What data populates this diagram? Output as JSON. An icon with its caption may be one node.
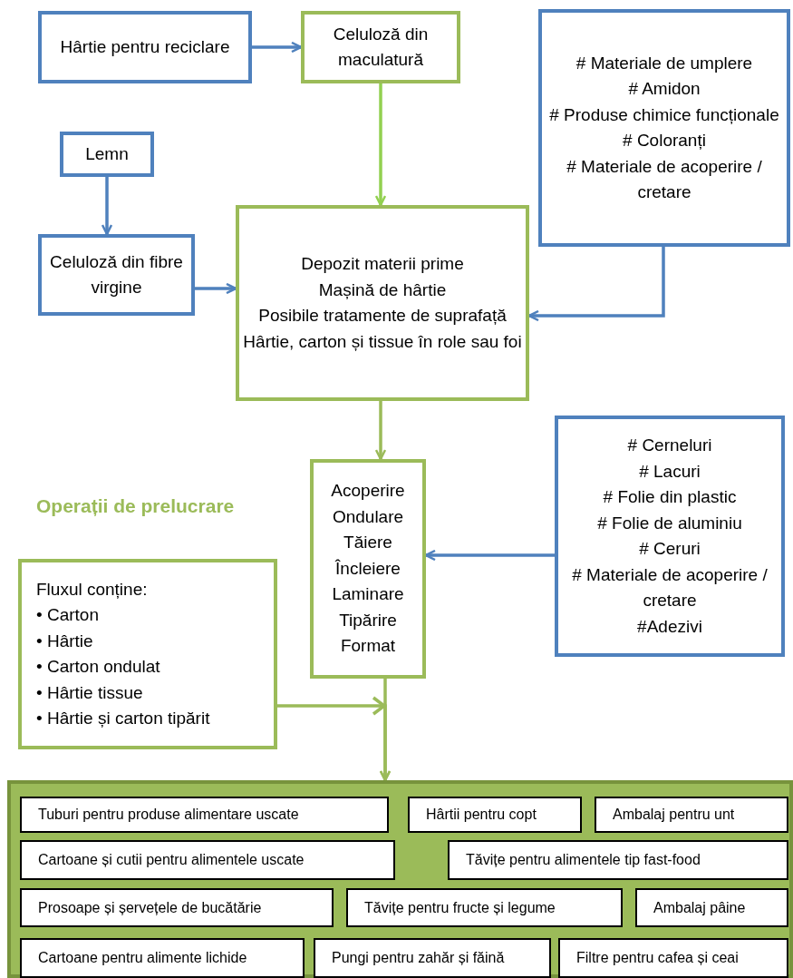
{
  "diagram": {
    "nodes": [
      {
        "text": [
          "Hârtie pentru reciclare"
        ]
      },
      {
        "text": [
          "Celuloză din maculatură"
        ]
      },
      {
        "text": [
          "# Materiale de umplere",
          "# Amidon",
          "# Produse chimice funcționale",
          "# Coloranți",
          "# Materiale de acoperire / cretare"
        ]
      },
      {
        "text": [
          "Lemn"
        ]
      },
      {
        "text": [
          "Celuloză din fibre virgine"
        ]
      },
      {
        "text": [
          "Depozit materii prime",
          "Mașină de hârtie",
          "Posibile tratamente de suprafață",
          "Hârtie, carton și tissue în role sau foi"
        ]
      },
      {
        "text": [
          "Acoperire",
          "Ondulare",
          "Tăiere",
          "Încleiere",
          "Laminare",
          "Tipărire",
          "Format"
        ]
      },
      {
        "text": [
          "# Cerneluri",
          "# Lacuri",
          "# Folie din plastic",
          "# Folie de aluminiu",
          "# Ceruri",
          "# Materiale de acoperire / cretare",
          "#Adezivi"
        ]
      },
      {
        "text": [
          "Fluxul conține:",
          "• Carton",
          "• Hârtie",
          "• Carton ondulat",
          "• Hârtie tissue",
          "• Hârtie și carton tipărit"
        ]
      },
      {
        "text": [],
        "shape": "box"
      },
      {
        "text": [
          "Tuburi pentru produse alimentare uscate"
        ],
        "in": 9
      },
      {
        "text": [
          "Hârtii pentru copt"
        ],
        "in": 9
      },
      {
        "text": [
          "Ambalaj pentru unt"
        ],
        "in": 9
      },
      {
        "text": [
          "Cartoane și cutii pentru alimentele uscate"
        ],
        "in": 9
      },
      {
        "text": [
          "Tăvițe pentru alimentele tip fast-food"
        ],
        "in": 9
      },
      {
        "text": [
          "Prosoape și șervețele de bucătărie"
        ],
        "in": 9
      },
      {
        "text": [
          "Tăvițe pentru fructe și legume"
        ],
        "in": 9
      },
      {
        "text": [
          "Ambalaj pâine"
        ],
        "in": 9
      },
      {
        "text": [
          "Cartoane pentru alimente lichide"
        ],
        "in": 9
      },
      {
        "text": [
          "Pungi pentru zahăr și făină"
        ],
        "in": 9
      },
      {
        "text": [
          "Filtre pentru cafea și ceai"
        ],
        "in": 9
      }
    ],
    "edges": [
      {
        "from": 0,
        "to": 1,
        "arrow": "to"
      },
      {
        "from": 1,
        "to": 5,
        "arrow": "to",
        "color": "#92d050"
      },
      {
        "from": 3,
        "to": 4,
        "arrow": "to"
      },
      {
        "from": 4,
        "to": 5,
        "arrow": "to"
      },
      {
        "from": 2,
        "to": 5,
        "arrow": "to"
      },
      {
        "from": 5,
        "to": 6,
        "arrow": "to",
        "color": "#9bbb59"
      },
      {
        "from": 7,
        "to": 6,
        "arrow": "to"
      },
      {
        "from": 6,
        "to": 9,
        "arrow": "to",
        "color": "#9bbb59"
      },
      {
        "from": 8,
        "to": 9,
        "arrow": "to",
        "color": "#9bbb59"
      }
    ],
    "labels": [
      "Operații de prelucrare"
    ]
  }
}
